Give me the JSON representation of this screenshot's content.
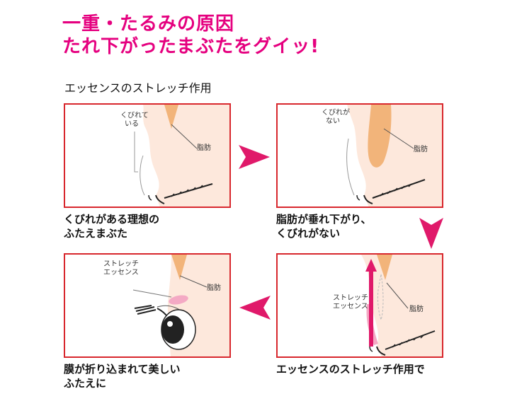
{
  "header": {
    "line1": "一重・たるみの原因",
    "line2": "たれ下がったまぶたをグイッ!"
  },
  "section_title": "エッセンスのストレッチ作用",
  "panels": {
    "p1": {
      "label_kubire": [
        "くびれて",
        "いる"
      ],
      "label_fat": "脂肪",
      "caption": [
        "くびれがある理想の",
        "ふたえまぶた"
      ]
    },
    "p2": {
      "label_kubire": [
        "くびれが",
        "ない"
      ],
      "label_fat": "脂肪",
      "caption": [
        "脂肪が垂れ下がり、",
        "くびれがない"
      ]
    },
    "p3": {
      "label_essence": [
        "ストレッチ",
        "エッセンス"
      ],
      "label_fat": "脂肪",
      "caption": [
        "エッセンスのストレッチ作用で"
      ]
    },
    "p4": {
      "label_essence": [
        "ストレッチ",
        "エッセンス"
      ],
      "label_fat": "脂肪",
      "caption": [
        "膜が折り込まれて美しい",
        "ふたえに"
      ]
    }
  },
  "colors": {
    "title": "#e5007f",
    "border": "#d8272d",
    "arrow": "#e0196a",
    "skin": "#fde8dc",
    "fat": "#f2b47a"
  }
}
